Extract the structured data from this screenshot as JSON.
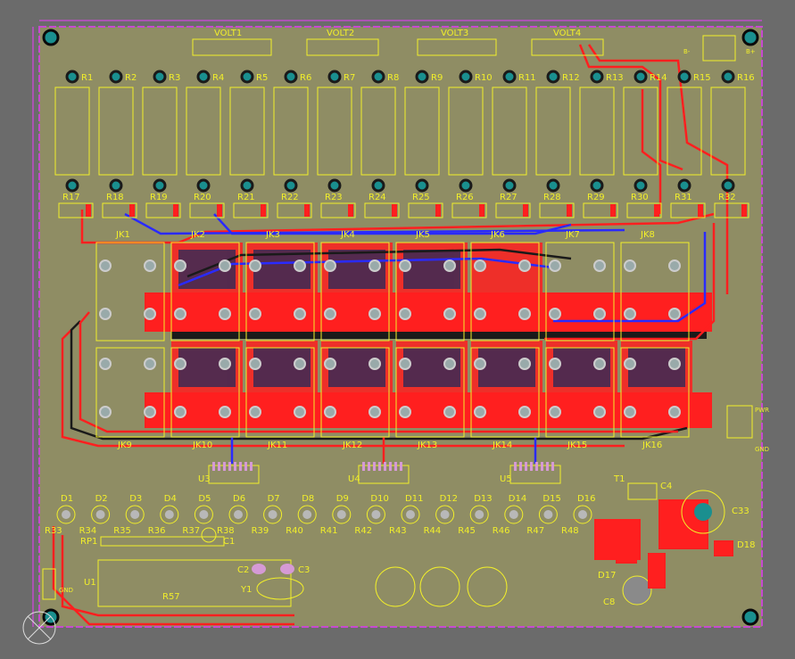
{
  "colors": {
    "background": "#6b6b6b",
    "board": "#8f8d64",
    "board_edge": "#c64ad0",
    "silkscreen": "#f2ef2a",
    "copper_top": "#ff1f1f",
    "copper_bottom": "#2a2aff",
    "pad": "#b8b8b8",
    "pad_hole": "#1a8f8f",
    "trace_dark": "#1a1a1a"
  },
  "headers": [
    "VOLT1",
    "VOLT2",
    "VOLT3",
    "VOLT4"
  ],
  "relays_top": [
    "R1",
    "R2",
    "R3",
    "R4",
    "R5",
    "R6",
    "R7",
    "R8",
    "R9",
    "R10",
    "R11",
    "R12",
    "R13",
    "R14",
    "R15",
    "R16"
  ],
  "resistors_mid": [
    "R17",
    "R18",
    "R19",
    "R20",
    "R21",
    "R22",
    "R23",
    "R24",
    "R25",
    "R26",
    "R27",
    "R28",
    "R29",
    "R30",
    "R31",
    "R32"
  ],
  "jacks_top": [
    "JK1",
    "JK2",
    "JK3",
    "JK4",
    "JK5",
    "JK6",
    "JK7",
    "JK8"
  ],
  "jacks_bottom": [
    "JK9",
    "JK10",
    "JK11",
    "JK12",
    "JK13",
    "JK14",
    "JK15",
    "JK16"
  ],
  "ics": [
    "U3",
    "U4",
    "U5"
  ],
  "diodes": [
    "D1",
    "D2",
    "D3",
    "D4",
    "D5",
    "D6",
    "D7",
    "D8",
    "D9",
    "D10",
    "D11",
    "D12",
    "D13",
    "D14",
    "D15",
    "D16"
  ],
  "resistors_low": [
    "R33",
    "R34",
    "R35",
    "R36",
    "R37",
    "R38",
    "R39",
    "R40",
    "R41",
    "R42",
    "R43",
    "R44",
    "R45",
    "R46",
    "R47",
    "R48"
  ],
  "misc_labels": {
    "rp1": "RP1",
    "u1": "U1",
    "r57": "R57",
    "c1": "C1",
    "c2": "C2",
    "c3": "C3",
    "y1": "Y1",
    "t1": "T1",
    "c4": "C4",
    "c33": "C33",
    "d17": "D17",
    "d18": "D18",
    "c8": "C8",
    "b_minus": "B-",
    "b_plus": "B+",
    "gnd": "GND",
    "pwr": "PWR"
  }
}
